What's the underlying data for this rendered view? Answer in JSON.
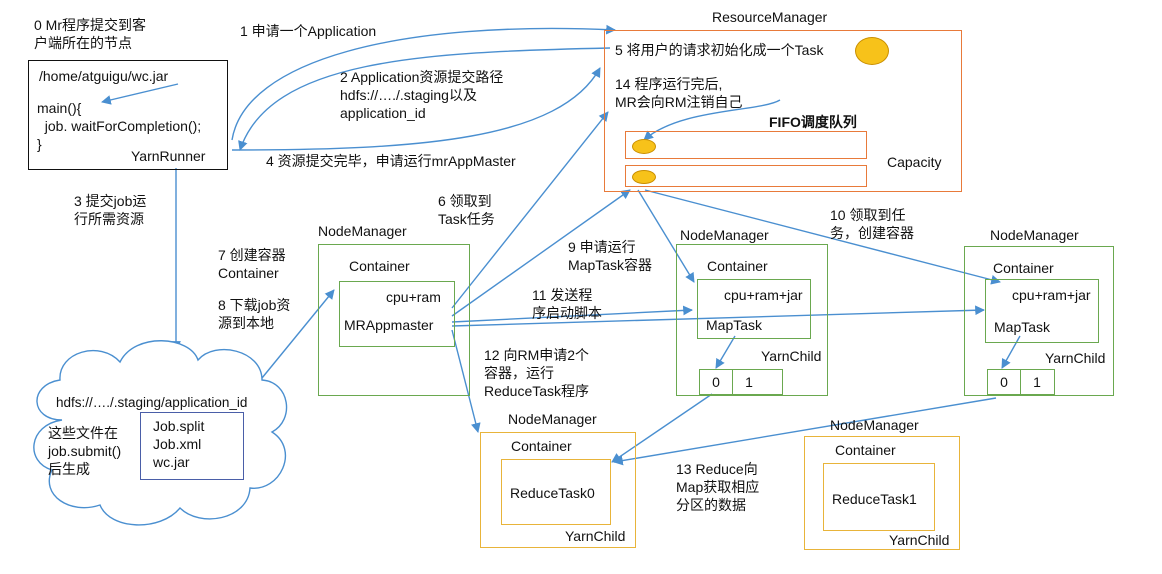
{
  "steps": {
    "s0": "0 Mr程序提交到客\n户端所在的节点",
    "s1": "1 申请一个Application",
    "s2": "2 Application资源提交路径\nhdfs://…./.staging以及\napplication_id",
    "s3": "3 提交job运\n行所需资源",
    "s4": "4 资源提交完毕，申请运行mrAppMaster",
    "s5": "5 将用户的请求初始化成一个Task",
    "s6": "6 领取到\nTask任务",
    "s7": "7 创建容器\nContainer",
    "s8": "8 下载job资\n源到本地",
    "s9": "9 申请运行\nMapTask容器",
    "s10": "10 领取到任\n务，创建容器",
    "s11": "11 发送程\n序启动脚本",
    "s12": "12 向RM申请2个\n容器，运行\nReduceTask程序",
    "s13": "13 Reduce向\nMap获取相应\n分区的数据",
    "s14": "14 程序运行完后,\nMR会向RM注销自己"
  },
  "client": {
    "path": "/home/atguigu/wc.jar",
    "code": "main(){\n  job. waitForCompletion();\n}",
    "runner": "YarnRunner"
  },
  "rm": {
    "title": "ResourceManager",
    "fifo": "FIFO调度队列",
    "capacity": "Capacity"
  },
  "hdfs": {
    "path": "hdfs://…./.staging/application_id",
    "note": "这些文件在\njob.submit()\n后生成",
    "files": "Job.split\nJob.xml\nwc.jar"
  },
  "nodes": {
    "nm_label": "NodeManager",
    "container": "Container",
    "cpu_ram": "cpu+ram",
    "cpu_ram_jar": "cpu+ram+jar",
    "mrapp": "MRAppmaster",
    "maptask": "MapTask",
    "yarnchild": "YarnChild",
    "p0": "0",
    "p1": "1",
    "reduce0": "ReduceTask0",
    "reduce1": "ReduceTask1"
  },
  "colors": {
    "arrow": "#4a8fd0",
    "rm_border": "#e87a3a",
    "nm_border": "#6aa84f",
    "reduce_border": "#e8b43a",
    "task_fill": "#f7c21a"
  }
}
